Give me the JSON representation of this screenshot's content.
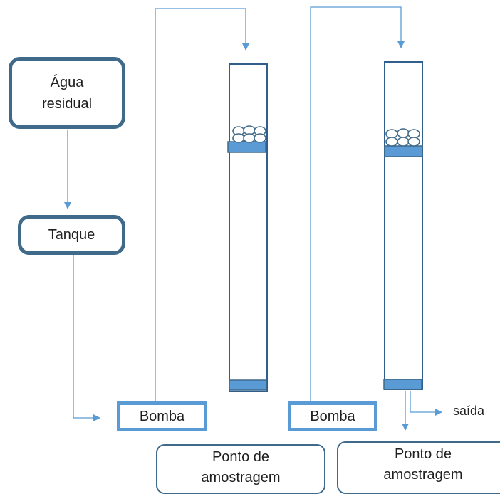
{
  "nodes": {
    "wastewater": "Água\nresidual",
    "tank": "Tanque",
    "pump_1": "Bomba",
    "pump_2": "Bomba",
    "sampling_point_1": "Ponto de\namostragem",
    "sampling_point_2": "Ponto de\namostragem",
    "outlet": "saída"
  },
  "colors": {
    "node_border": "#3f6a8a",
    "pump_border": "#5b9bd5",
    "line": "#5b9bd5",
    "column_outline": "#2f5f8a",
    "column_plate": "#5b9bd5",
    "media": "#3f6a8a"
  }
}
